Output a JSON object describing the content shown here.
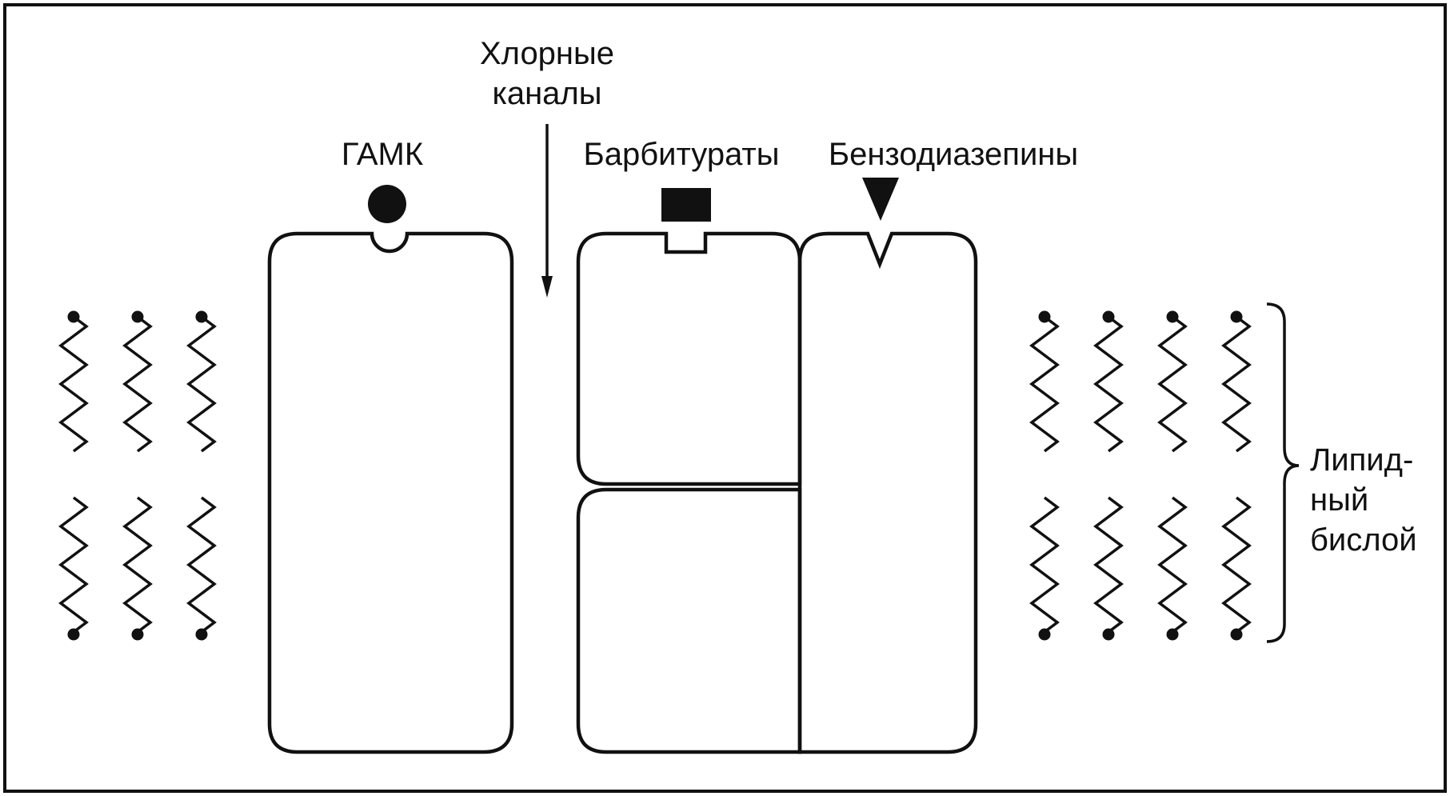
{
  "labels": {
    "chloride_channels_line1": "Хлорные",
    "chloride_channels_line2": "каналы",
    "gaba": "ГАМК",
    "barbiturates": "Барбитураты",
    "benzodiazepines": "Бензодиазепины",
    "lipid_bilayer_line1": "Липид-",
    "lipid_bilayer_line2": "ный",
    "lipid_bilayer_line3": "бислой"
  },
  "colors": {
    "ink": "#111111",
    "background": "#ffffff"
  }
}
